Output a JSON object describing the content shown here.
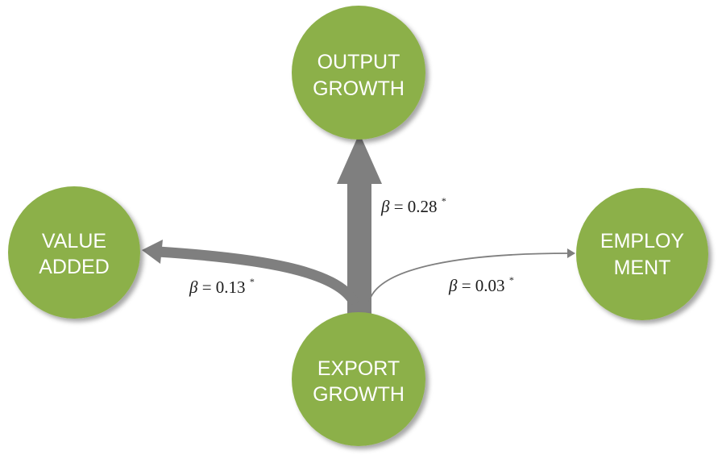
{
  "nodes": {
    "output_growth": {
      "line1": "OUTPUT",
      "line2": "GROWTH"
    },
    "value_added": {
      "line1": "VALUE",
      "line2": "ADDED"
    },
    "employment": {
      "line1": "EMPLOY",
      "line2": "MENT"
    },
    "export_growth": {
      "line1": "EXPORT",
      "line2": "GROWTH"
    }
  },
  "edges": {
    "to_output": {
      "symbol": "β",
      "equals": "= 0.28",
      "star": "*"
    },
    "to_value_added": {
      "symbol": "β",
      "equals": "= 0.13",
      "star": "*"
    },
    "to_employment": {
      "symbol": "β",
      "equals": "= 0.03",
      "star": "*"
    }
  },
  "colors": {
    "node_fill": "#8cb04a",
    "arrow": "#7f7f7f"
  }
}
